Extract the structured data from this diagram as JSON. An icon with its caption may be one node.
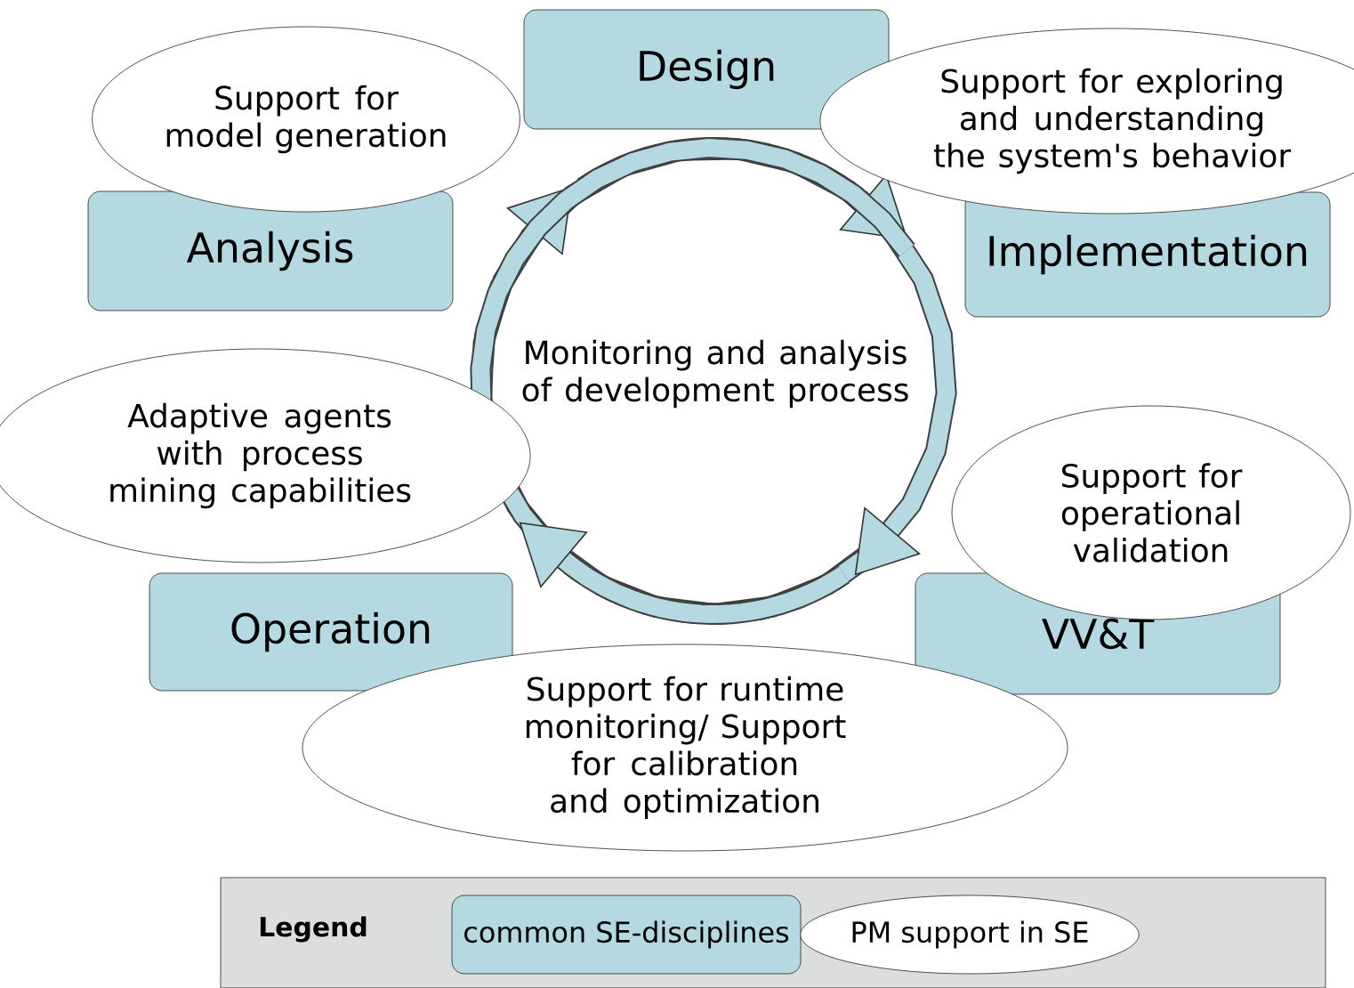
{
  "diagram": {
    "nodes": [
      {
        "text": [
          "Design"
        ]
      },
      {
        "text": [
          "Support for model generation"
        ]
      },
      {
        "text": [
          "Support for exploring and understanding the system's behavior"
        ]
      },
      {
        "text": [
          "Analysis"
        ]
      },
      {
        "text": [
          "Implementation"
        ]
      },
      {
        "text": [
          "Monitoring and analysis of development process"
        ]
      },
      {
        "text": [
          "Adaptive agents with process mining capabilities"
        ]
      },
      {
        "text": [
          "Support for operational validation"
        ]
      },
      {
        "text": [
          "Operation"
        ]
      },
      {
        "text": [
          "VV&T"
        ]
      },
      {
        "text": [
          "Support for runtime monitoring/ Support for calibration and optimization"
        ]
      }
    ],
    "labels": [
      "Legend"
    ],
    "legend": [
      {
        "text": "common SE-disciplines",
        "color": "#b4d9e0"
      },
      {
        "text": "PM support in SE",
        "color": "#ffffff"
      }
    ]
  }
}
